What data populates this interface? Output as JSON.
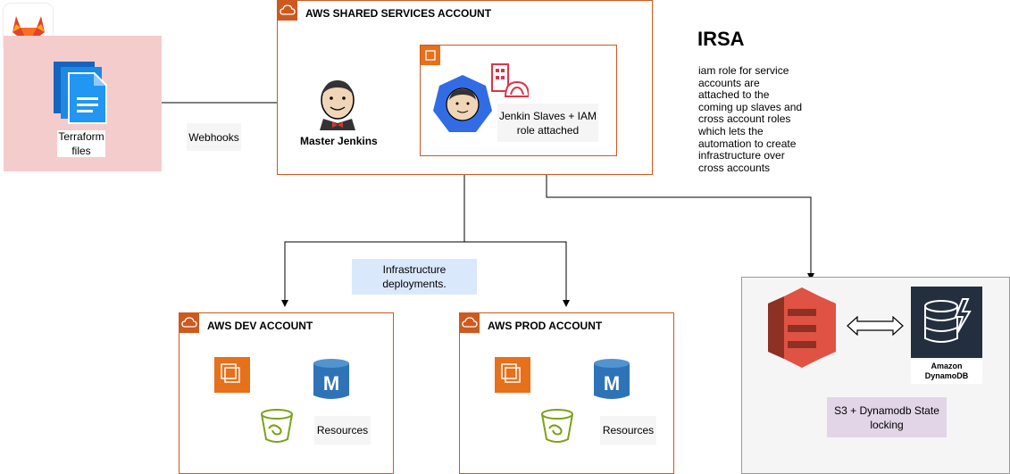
{
  "gitlab": {
    "icon": "gitlab-icon",
    "terraform_label_line1": "Terraform",
    "terraform_label_line2": "files"
  },
  "edges": {
    "webhooks": "Webhooks",
    "infra_deploy_line1": "Infrastructure",
    "infra_deploy_line2": "deployments."
  },
  "shared_account": {
    "title": "AWS SHARED SERVICES ACCOUNT",
    "master_jenkins": "Master Jenkins",
    "slaves_line1": "Jenkin Slaves + IAM",
    "slaves_line2": "role attached"
  },
  "irsa": {
    "title": "IRSA",
    "description_lines": [
      "iam role for service",
      "accounts are",
      "attached to the",
      "coming up slaves and",
      "cross account roles",
      "which lets the",
      "automation to create",
      "infrastructure over",
      "cross accounts"
    ]
  },
  "dev_account": {
    "title": "AWS DEV ACCOUNT",
    "resources": "Resources"
  },
  "prod_account": {
    "title": "AWS PROD ACCOUNT",
    "resources": "Resources"
  },
  "state": {
    "dynamodb_line1": "Amazon",
    "dynamodb_line2": "DynamoDB",
    "caption_line1": "S3 + Dynamodb State",
    "caption_line2": "locking"
  },
  "colors": {
    "aws_orange": "#cc5a1f",
    "gitlab_panel": "#f4cccc",
    "s3_red": "#d13212",
    "ec2_orange": "#e7701b",
    "rds_blue": "#2e73b8",
    "bucket_green": "#7aa116",
    "k8s_blue": "#326ce5",
    "dynamo_dark": "#232f3e",
    "caption_purple": "#e1d5e7",
    "infra_blue": "#dae8fc"
  }
}
